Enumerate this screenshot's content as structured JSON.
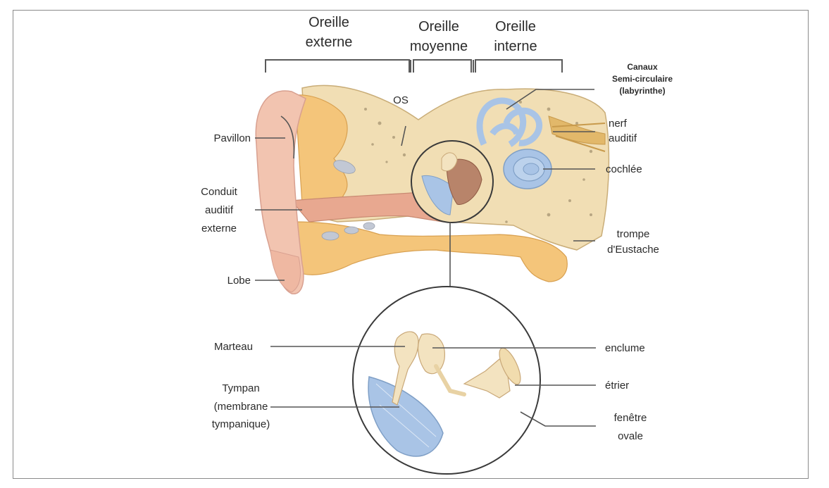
{
  "regions": {
    "external": [
      "Oreille",
      "externe"
    ],
    "middle": [
      "Oreille",
      "moyenne"
    ],
    "inner": [
      "Oreille",
      "interne"
    ]
  },
  "labels": {
    "os": "OS",
    "canaux": [
      "Canaux",
      "Semi-circulaire",
      "(labyrinthe)"
    ],
    "nerf": [
      "nerf",
      "auditif"
    ],
    "cochlee": "cochlée",
    "trompe": [
      "trompe",
      "d'Eustache"
    ],
    "pavillon": "Pavillon",
    "conduit": [
      "Conduit",
      "auditif",
      "externe"
    ],
    "lobe": "Lobe",
    "marteau": "Marteau",
    "tympan": [
      "Tympan",
      "(membrane",
      "tympanique)"
    ],
    "enclume": "enclume",
    "etrier": "étrier",
    "fenetre": [
      "fenêtre",
      "ovale"
    ]
  },
  "colors": {
    "skin": "#f2c4b0",
    "bone": "#f1deb4",
    "cartilage": "#f4c57a",
    "canal": "#e8a890",
    "inner_blue": "#a9c4e6",
    "ossicle": "#f3e3c0",
    "nerve": "#e2b86a"
  }
}
